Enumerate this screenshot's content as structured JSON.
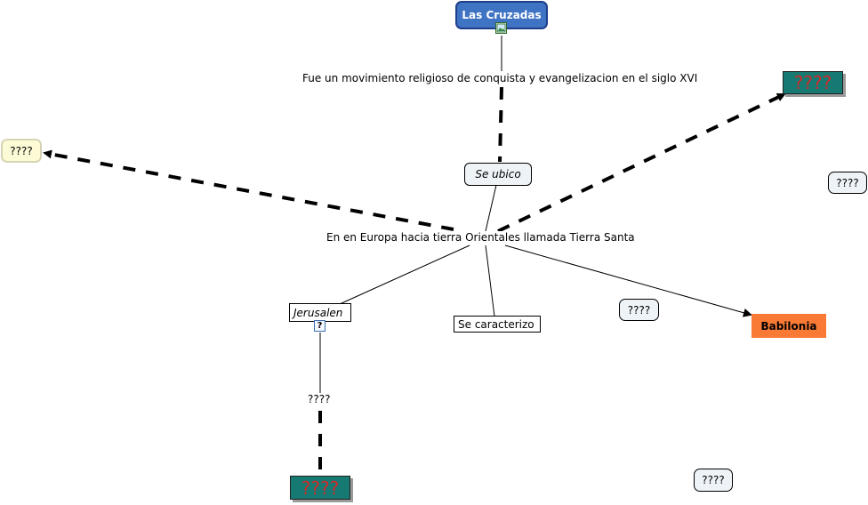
{
  "nodes": {
    "las_cruzadas": "Las Cruzadas",
    "q_top_right": "????",
    "q_left": "????",
    "q_right_small": "????",
    "se_ubico": "Se ubico",
    "jerusalen": "Jerusalen",
    "se_caracterizo": "Se caracterizo",
    "q_mid": "????",
    "babilonia": "Babilonia",
    "q_bottom_teal": "????",
    "q_bottom_right": "????"
  },
  "labels": {
    "movimiento": "Fue un movimiento religioso de conquista y evangelizacion en el siglo XVI",
    "europa": "En en Europa hacia tierra Orientales llamada Tierra Santa",
    "jerusalen_link": "????"
  },
  "icons": {
    "cruzadas_icon": "image-icon",
    "jerusalen_icon": "question-icon",
    "jerusalen_icon_glyph": "?"
  },
  "colors": {
    "root_fill": "#3f73c4",
    "root_border": "#1f3f8a",
    "teal": "#167a72",
    "teal_text": "#d42a2a",
    "orange": "#f97a34",
    "cream": "#fdfbd6",
    "pale_node": "#eef3f8"
  }
}
